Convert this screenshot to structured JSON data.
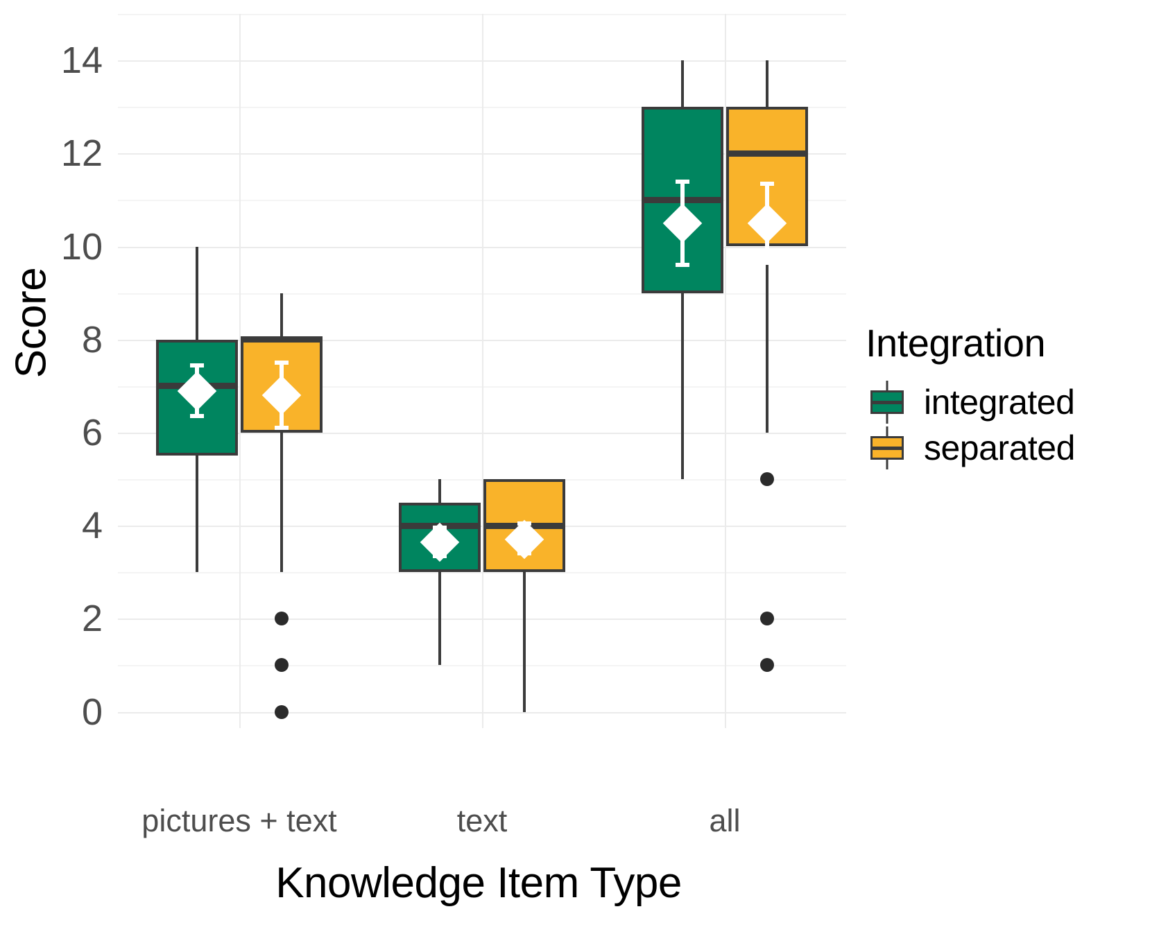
{
  "chart_data": {
    "type": "box",
    "title": "",
    "xlabel": "Knowledge Item Type",
    "ylabel": "Score",
    "categories": [
      "pictures + text",
      "text",
      "all"
    ],
    "ylim": [
      -0.35,
      15.0
    ],
    "yticks": [
      0,
      2,
      4,
      6,
      8,
      10,
      12,
      14
    ],
    "ytick_labels": [
      "0",
      "2",
      "4",
      "6",
      "8",
      "10",
      "12",
      "14"
    ],
    "yminor": [
      1,
      3,
      5,
      7,
      9,
      11,
      13,
      15
    ],
    "grid": true,
    "legend": {
      "title": "Integration",
      "position": "right",
      "entries": [
        {
          "name": "integrated",
          "color": "#00855F"
        },
        {
          "name": "separated",
          "color": "#F9B32A"
        }
      ]
    },
    "series": [
      {
        "name": "integrated",
        "color": "#00855F",
        "boxes": [
          {
            "category": "pictures + text",
            "whisker_low": 3,
            "q1": 5.5,
            "median": 7,
            "q3": 8,
            "whisker_high": 10,
            "mean": 6.9,
            "ci_low": 6.35,
            "ci_high": 7.45,
            "outliers": []
          },
          {
            "category": "text",
            "whisker_low": 1,
            "q1": 3,
            "median": 4,
            "q3": 4.5,
            "whisker_high": 5,
            "mean": 3.65,
            "ci_low": 3.35,
            "ci_high": 3.95,
            "outliers": []
          },
          {
            "category": "all",
            "whisker_low": 5,
            "q1": 9,
            "median": 11,
            "q3": 13,
            "whisker_high": 14,
            "mean": 10.5,
            "ci_low": 9.6,
            "ci_high": 11.4,
            "outliers": []
          }
        ]
      },
      {
        "name": "separated",
        "color": "#F9B32A",
        "boxes": [
          {
            "category": "pictures + text",
            "whisker_low": 3,
            "q1": 6,
            "median": 8,
            "q3": 8,
            "whisker_high": 9,
            "mean": 6.8,
            "ci_low": 6.1,
            "ci_high": 7.5,
            "outliers": [
              2,
              1,
              0
            ]
          },
          {
            "category": "text",
            "whisker_low": 0,
            "q1": 3,
            "median": 4,
            "q3": 5,
            "whisker_high": 5,
            "mean": 3.7,
            "ci_low": 3.4,
            "ci_high": 4.05,
            "outliers": []
          },
          {
            "category": "all",
            "whisker_low": 6,
            "q1": 10,
            "median": 12,
            "q3": 13,
            "whisker_high": 14,
            "mean": 10.5,
            "ci_low": 9.65,
            "ci_high": 11.35,
            "outliers": [
              5,
              2,
              1
            ]
          }
        ]
      }
    ]
  },
  "colors": {
    "integrated": "#00855F",
    "separated": "#F9B32A",
    "outline": "#3b3b3b",
    "grid_major": "#ebebeb",
    "grid_minor": "#f4f4f4",
    "tick_text": "#4d4d4d",
    "title_text": "#000000",
    "background": "#ffffff"
  }
}
